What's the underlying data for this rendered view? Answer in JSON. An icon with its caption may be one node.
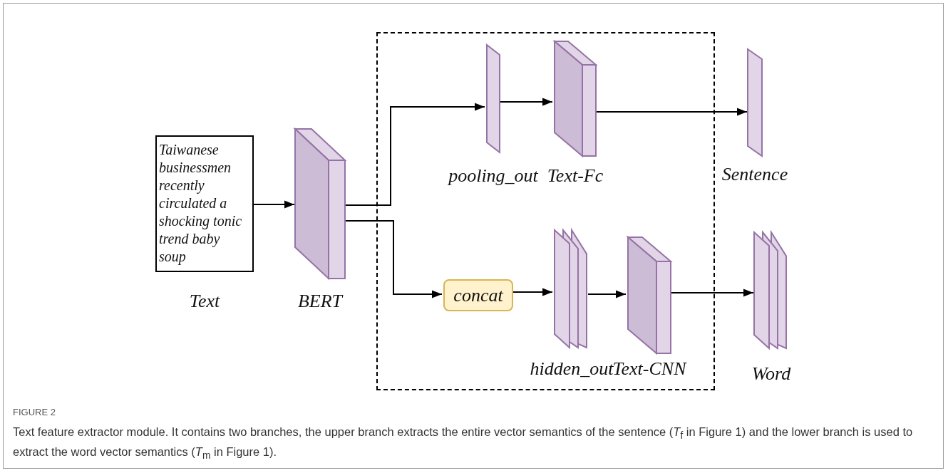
{
  "diagram": {
    "title": "FIGURE 2",
    "caption": "Text feature extractor module. It contains two branches, the upper branch extracts the entire vector semantics of the sentence (*T*$_{f}$ in Figure 1) and the lower branch is used to extract the word vector semantics (*T*$_{m}$ in Figure 1).",
    "nodes": [
      {
        "text": [
          "Taiwanese businessmen recently circulated a shocking tonic trend baby soup",
          "Text"
        ]
      },
      {
        "text": [
          "BERT"
        ]
      },
      {
        "text": [],
        "shape": "box"
      },
      {
        "text": [
          "pooling_out"
        ],
        "in": 2
      },
      {
        "text": [
          "Text-Fc"
        ],
        "in": 2
      },
      {
        "text": [
          "Sentence"
        ]
      },
      {
        "text": [
          "concat"
        ],
        "in": 2
      },
      {
        "text": [
          "hidden_out"
        ],
        "in": 2
      },
      {
        "text": [
          "Text-CNN"
        ],
        "in": 2
      },
      {
        "text": [
          "Word"
        ]
      }
    ],
    "edges": [
      {
        "from": 0,
        "to": 1,
        "arrow": "to"
      },
      {
        "from": 1,
        "to": 3,
        "arrow": "to"
      },
      {
        "from": 3,
        "to": 4,
        "arrow": "to"
      },
      {
        "from": 4,
        "to": 5,
        "arrow": "to"
      },
      {
        "from": 1,
        "to": 6,
        "arrow": "to"
      },
      {
        "from": 6,
        "to": 7,
        "arrow": "to"
      },
      {
        "from": 7,
        "to": 8,
        "arrow": "to"
      },
      {
        "from": 8,
        "to": 9,
        "arrow": "to"
      }
    ]
  }
}
